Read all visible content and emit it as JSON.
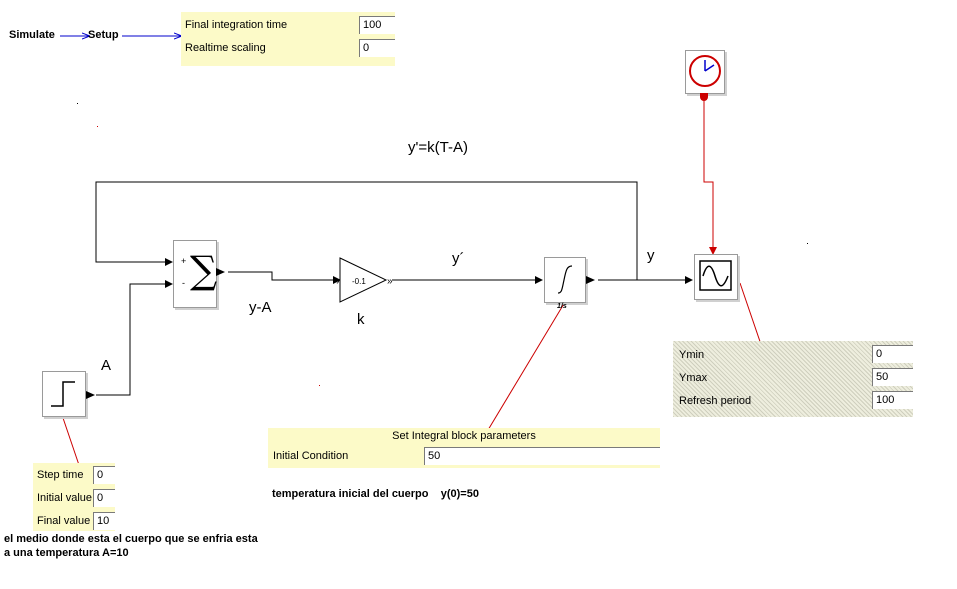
{
  "menu": {
    "simulate": "Simulate",
    "setup": "Setup"
  },
  "setup_panel": {
    "rows": [
      {
        "label": "Final integration time",
        "value": "100"
      },
      {
        "label": "Realtime scaling",
        "value": "0"
      }
    ]
  },
  "equation": "y'=k(T-A)",
  "signals": {
    "a": "A",
    "y_minus_a": "y-A",
    "y_prime": "y´",
    "y": "y",
    "k": "k"
  },
  "blocks": {
    "sum": {
      "plus": "+",
      "minus": "-",
      "symbol": "∑"
    },
    "gain": {
      "value": "-0.1"
    },
    "integral": {
      "caption": "1/s"
    }
  },
  "scope_panel": {
    "rows": [
      {
        "label": "Ymin",
        "value": "0"
      },
      {
        "label": "Ymax",
        "value": "50"
      },
      {
        "label": "Refresh period",
        "value": "100"
      }
    ]
  },
  "integral_panel": {
    "title": "Set Integral block parameters",
    "label": "Initial Condition",
    "value": "50"
  },
  "step_panel": {
    "rows": [
      {
        "label": "Step time",
        "value": "0"
      },
      {
        "label": "Initial value",
        "value": "0"
      },
      {
        "label": "Final value",
        "value": "10"
      }
    ]
  },
  "notes": {
    "initial_temp": "temperatura inicial del cuerpo    y(0)=50",
    "medium_line1": "el medio donde esta el cuerpo que se enfria esta",
    "medium_line2": "a una temperatura A=10"
  },
  "colors": {
    "panel": "#fcfac8",
    "menu_arrow": "#0000cc",
    "annotation": "#cc0000"
  }
}
